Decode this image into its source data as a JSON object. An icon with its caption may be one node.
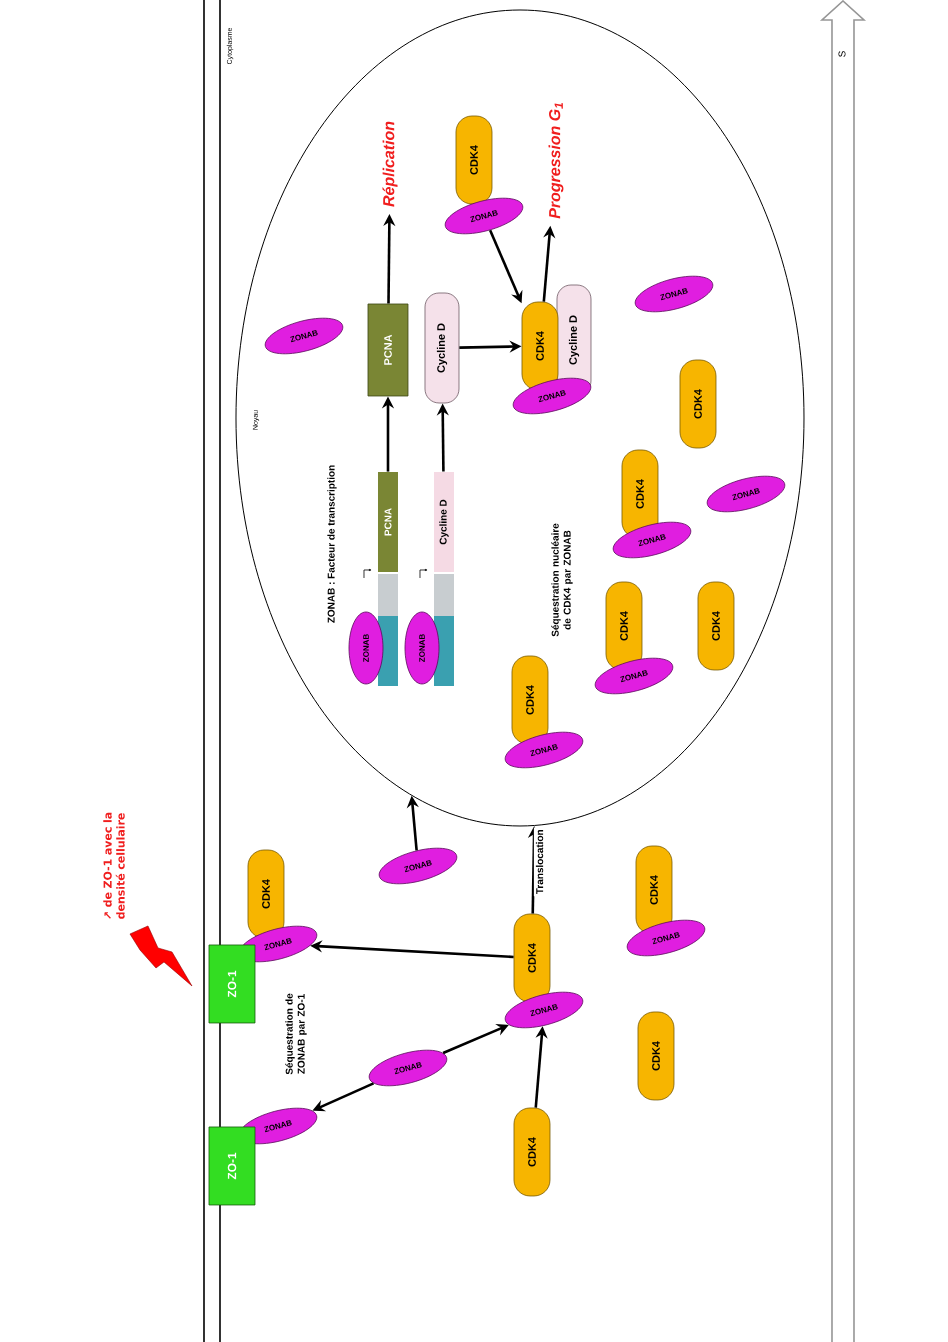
{
  "diagram": {
    "nodes": [
      {
        "text": [
          "Noyau"
        ]
      },
      {
        "text": [
          "CDK4"
        ],
        "in": 0
      },
      {
        "text": [
          "ZONAB"
        ],
        "in": 0
      },
      {
        "text": [
          "PCNA"
        ],
        "in": 0
      },
      {
        "text": [
          "Cycline D"
        ],
        "in": 0
      },
      {
        "text": [
          "Cycline D"
        ],
        "in": 0
      },
      {
        "text": [
          "CDK4"
        ],
        "in": 0
      },
      {
        "text": [
          "ZONAB"
        ],
        "in": 0
      },
      {
        "text": [
          "ZONAB"
        ],
        "in": 0
      },
      {
        "text": [
          "ZONAB"
        ],
        "in": 0
      },
      {
        "text": [
          "CDK4"
        ],
        "in": 0
      },
      {
        "text": [
          "PCNA"
        ],
        "in": 0
      },
      {
        "text": [
          "Cycline D"
        ],
        "in": 0
      },
      {
        "text": [
          "ZONAB"
        ],
        "in": 0
      },
      {
        "text": [
          "ZONAB"
        ],
        "in": 0
      },
      {
        "text": [
          "CDK4"
        ],
        "in": 0
      },
      {
        "text": [
          "ZONAB"
        ],
        "in": 0
      },
      {
        "text": [
          "ZONAB"
        ],
        "in": 0
      },
      {
        "text": [
          "CDK4"
        ],
        "in": 0
      },
      {
        "text": [
          "ZONAB"
        ],
        "in": 0
      },
      {
        "text": [
          "CDK4"
        ],
        "in": 0
      },
      {
        "text": [
          "CDK4"
        ],
        "in": 0
      },
      {
        "text": [
          "ZONAB"
        ],
        "in": 0
      },
      {
        "text": [
          "Réplication"
        ],
        "in": 0
      },
      {
        "text": [
          "Progression G$_{1}$"
        ],
        "in": 0
      },
      {
        "text": [
          "ZONAB"
        ]
      },
      {
        "text": [
          "CDK4"
        ]
      },
      {
        "text": [
          "ZONAB"
        ]
      },
      {
        "text": [
          "ZO-1"
        ]
      },
      {
        "text": [
          "CDK4"
        ]
      },
      {
        "text": [
          "ZONAB"
        ]
      },
      {
        "text": [
          "CDK4"
        ]
      },
      {
        "text": [
          "ZONAB"
        ]
      },
      {
        "text": [
          "ZONAB"
        ]
      },
      {
        "text": [
          "ZONAB"
        ]
      },
      {
        "text": [
          "ZO-1"
        ]
      },
      {
        "text": [
          "CDK4"
        ]
      },
      {
        "text": [
          "CDK4"
        ]
      }
    ],
    "edges": [
      {
        "from": 11,
        "to": 3,
        "arrow": "to"
      },
      {
        "from": 12,
        "to": 4,
        "arrow": "to"
      },
      {
        "from": 3,
        "to": 23,
        "arrow": "to"
      },
      {
        "from": 4,
        "to": 6,
        "arrow": "to"
      },
      {
        "from": 2,
        "to": 6,
        "arrow": "to"
      },
      {
        "from": 6,
        "to": 24,
        "arrow": "to"
      },
      {
        "from": 25,
        "to": 0,
        "arrow": "to"
      },
      {
        "from": 29,
        "to": 0,
        "arrow": "to",
        "label": "Translocation"
      },
      {
        "from": 29,
        "to": 27,
        "arrow": "to"
      },
      {
        "from": 33,
        "to": 30,
        "arrow": "to"
      },
      {
        "from": 33,
        "to": 34,
        "arrow": "to"
      },
      {
        "from": 37,
        "to": 30,
        "arrow": "to"
      }
    ],
    "labels": [
      "Cytoplasme",
      "S",
      "ZONAB : Facteur de transcription",
      "Séquestration nucléaire de CDK4 par ZONAB",
      "Séquestration de ZONAB par ZO-1",
      "↗ de ZO-1 avec la densité cellulaire"
    ]
  }
}
